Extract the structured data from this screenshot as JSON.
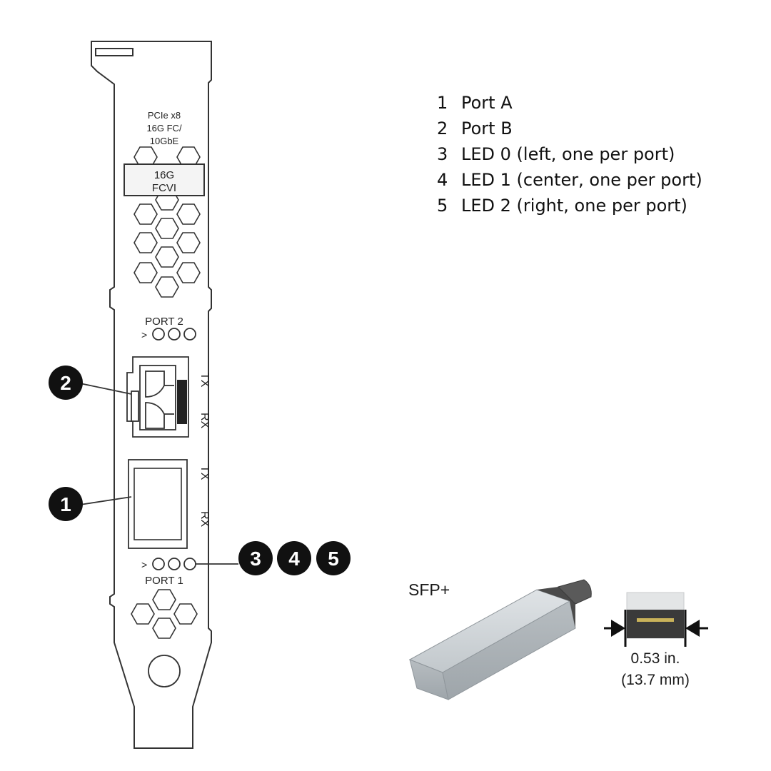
{
  "bracket": {
    "slot_label_line1": "PCIe  x8",
    "slot_label_line2": "16G FC/",
    "slot_label_line3": "10GbE",
    "model_line1": "16G",
    "model_line2": "FCVI",
    "port2_label": "PORT 2",
    "port1_label": "PORT 1",
    "led_marker": ">",
    "tx_label": "TX",
    "rx_label": "RX"
  },
  "callouts": [
    "1",
    "2",
    "3",
    "4",
    "5"
  ],
  "legend": [
    {
      "num": "1",
      "text": "Port A"
    },
    {
      "num": "2",
      "text": "Port B"
    },
    {
      "num": "3",
      "text": "LED 0 (left, one per port)"
    },
    {
      "num": "4",
      "text": "LED 1 (center, one per port)"
    },
    {
      "num": "5",
      "text": "LED 2 (right, one per port)"
    }
  ],
  "sfp": {
    "label": "SFP+",
    "width_in": "0.53 in.",
    "width_mm": "(13.7 mm)"
  },
  "colors": {
    "line": "#333333",
    "callout_fill": "#111111",
    "callout_text": "#ffffff",
    "sfp_body": "#c9ced2",
    "sfp_dark": "#4a4a4a"
  }
}
